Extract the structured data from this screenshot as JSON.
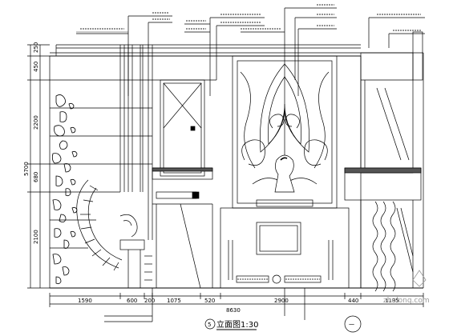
{
  "drawing": {
    "title": "立面图1:30",
    "title_number": "5",
    "section_marker": "一"
  },
  "bottom_dims": [
    "1590",
    "600",
    "200",
    "1075",
    "520",
    "2900",
    "440",
    "1195"
  ],
  "total_dim": "8630",
  "left_dims": [
    "250",
    "450",
    "2200",
    "680",
    "2100"
  ],
  "left_total": "5700",
  "watermark": "zhulong.com"
}
